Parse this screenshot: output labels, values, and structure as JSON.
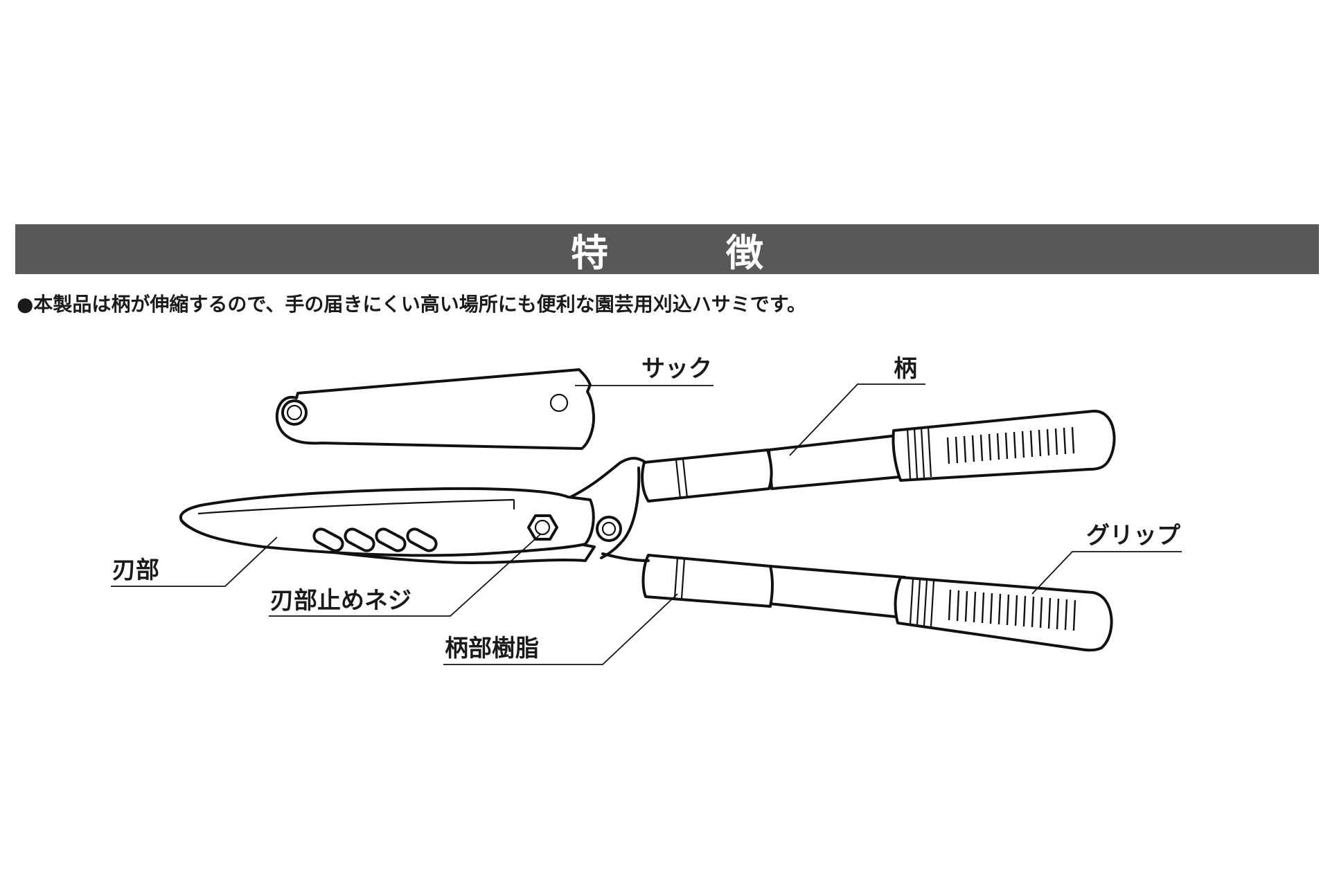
{
  "header": {
    "title": "特　徴"
  },
  "intro": {
    "text": "●本製品は柄が伸縮するので、手の届きにくい高い場所にも便利な園芸用刈込ハサミです。"
  },
  "labels": {
    "sack": "サック",
    "handle": "柄",
    "grip": "グリップ",
    "blade": "刃部",
    "blade_screw": "刃部止めネジ",
    "handle_resin": "柄部樹脂"
  }
}
